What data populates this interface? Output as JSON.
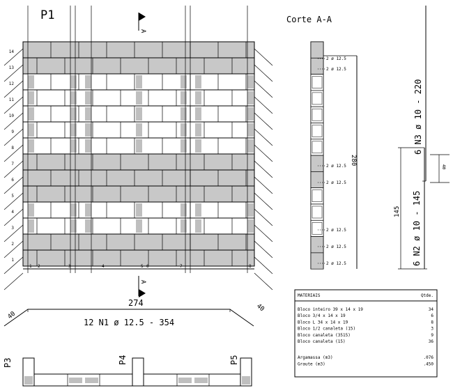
{
  "elevation": {
    "title": "P1",
    "section_marker": "A",
    "course_numbers": [
      "14",
      "13",
      "12",
      "11",
      "10",
      "9",
      "8",
      "7",
      "6",
      "5",
      "4",
      "3",
      "2",
      "1"
    ],
    "bottom_bar_labels": [
      "1",
      "2",
      "3",
      "4",
      "5",
      "6",
      "7",
      "8"
    ],
    "total_width": "274"
  },
  "bottom_bar": {
    "label": "12 N1 ø 12.5 - 354",
    "hook_left": "40",
    "hook_right": "40"
  },
  "section": {
    "title": "Corte A-A",
    "bar_label": "2 ø 12.5",
    "height": "280"
  },
  "vertical_bars": {
    "n3_label": "6 N3 ø 10 - 220",
    "n2_label": "6 N2 ø 10 - 145",
    "overlap": "40",
    "length_n2": "145"
  },
  "plan": {
    "labels": [
      "P3",
      "P4",
      "P5"
    ]
  },
  "materials": {
    "header": "MATERIAIS",
    "qty_header": "Qtde.",
    "rows": [
      {
        "name": "Bloco inteiro 39 x 14 x 19",
        "qty": "34"
      },
      {
        "name": "Bloco 3/4 x 14 x 19",
        "qty": "6"
      },
      {
        "name": "Bloco L 34 x 14 x 19",
        "qty": "8"
      },
      {
        "name": "Bloco 1/2 canaleta (15)",
        "qty": "3"
      },
      {
        "name": "Bloco canaleta (3515)",
        "qty": "9"
      },
      {
        "name": "Bloco canaleta (15)",
        "qty": "36"
      }
    ],
    "extra_rows": [
      {
        "name": "Argamassa (m3)",
        "qty": ".076"
      },
      {
        "name": "Graute (m3)",
        "qty": ".450"
      }
    ]
  }
}
